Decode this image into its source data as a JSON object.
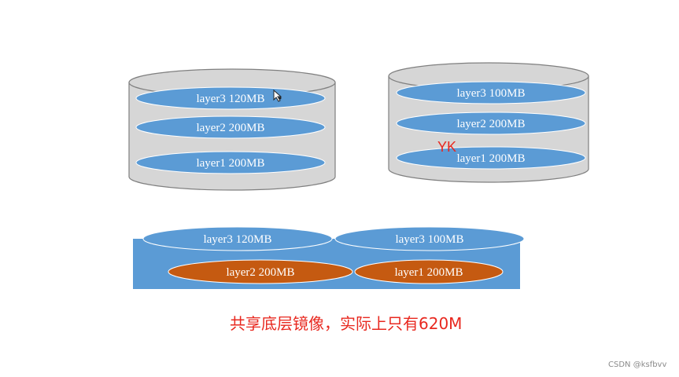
{
  "stacks": [
    {
      "layers": [
        {
          "label": "layer3 120MB"
        },
        {
          "label": "layer2 200MB"
        },
        {
          "label": "layer1 200MB"
        }
      ]
    },
    {
      "layers": [
        {
          "label": "layer3 100MB"
        },
        {
          "label": "layer2 200MB"
        },
        {
          "label": "layer1 200MB"
        }
      ]
    }
  ],
  "shared": {
    "top_layers": [
      {
        "label": "layer3 120MB"
      },
      {
        "label": "layer3 100MB"
      }
    ],
    "base_layers": [
      {
        "label": "layer2 200MB"
      },
      {
        "label": "layer1 200MB"
      }
    ]
  },
  "overlay_text": "YK",
  "caption": "共享底层镜像，实际上只有620M",
  "watermark": "CSDN @ksfbvv",
  "colors": {
    "layer_blue": "#5b9bd5",
    "base_orange": "#c55a11",
    "container_gray": "#d6d6d6",
    "container_stroke": "#7f7f7f",
    "caption_red": "#e8281f"
  },
  "icons": [
    "cursor-icon"
  ]
}
